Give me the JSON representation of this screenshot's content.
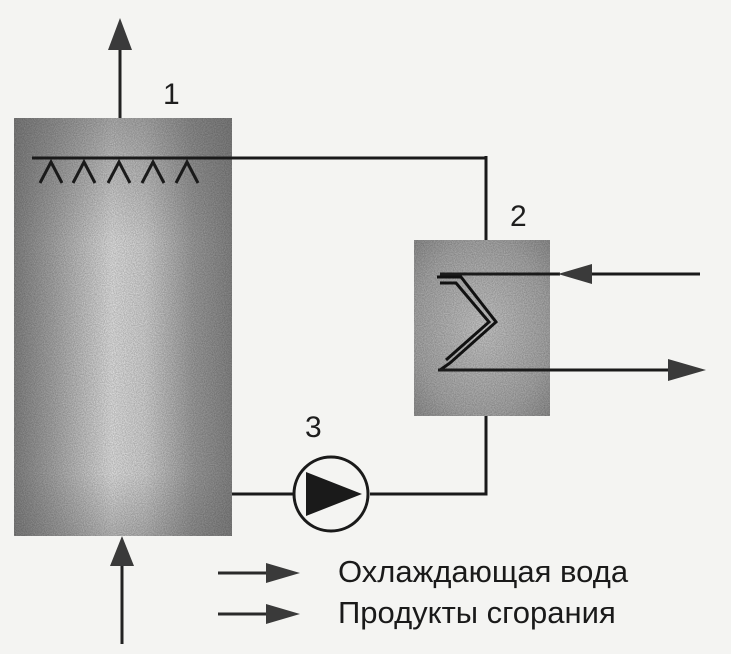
{
  "diagram": {
    "labels": {
      "scrubber": "1",
      "heat_exchanger": "2",
      "pump": "3"
    },
    "legend": {
      "cooling_water": "Охлаждающая вода",
      "combustion_products": "Продукты сгорания"
    }
  }
}
